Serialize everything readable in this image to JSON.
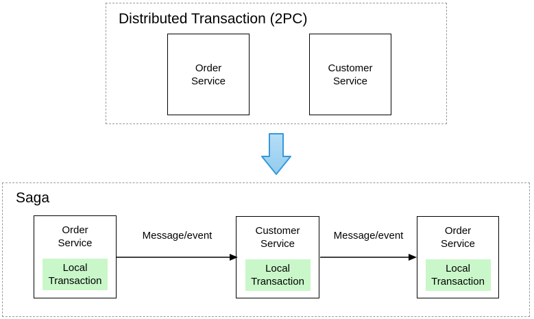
{
  "top_section": {
    "title": "Distributed Transaction (2PC)",
    "boxes": [
      {
        "label": "Order\nService"
      },
      {
        "label": "Customer\nService"
      }
    ]
  },
  "transition": {
    "icon": "down-arrow-icon"
  },
  "bottom_section": {
    "title": "Saga",
    "boxes": [
      {
        "label": "Order\nService",
        "inner_label": "Local\nTransaction"
      },
      {
        "label": "Customer\nService",
        "inner_label": "Local\nTransaction"
      },
      {
        "label": "Order\nService",
        "inner_label": "Local\nTransaction"
      }
    ],
    "arrows": [
      {
        "label": "Message/event"
      },
      {
        "label": "Message/event"
      }
    ]
  },
  "colors": {
    "local_transaction_bg": "#c9f7c9",
    "dashed_border": "#999999",
    "box_border": "#000000",
    "down_arrow_fill_top": "#b6def6",
    "down_arrow_fill_bottom": "#92cbef",
    "down_arrow_stroke": "#3598db",
    "connector": "#000000"
  }
}
